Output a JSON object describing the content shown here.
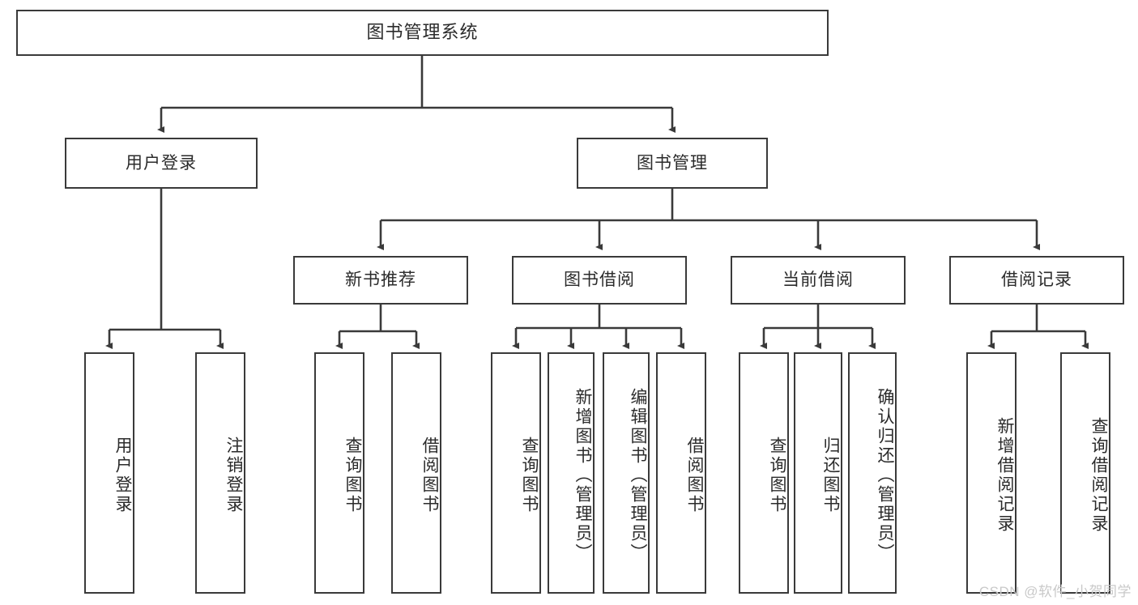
{
  "diagram": {
    "title": "图书管理系统",
    "watermark": "CSDN @软件_小贺同学",
    "nodes": {
      "root": {
        "label": "图书管理系统"
      },
      "level2": [
        {
          "label": "用户登录"
        },
        {
          "label": "图书管理"
        }
      ],
      "level3": [
        {
          "label": "新书推荐"
        },
        {
          "label": "图书借阅"
        },
        {
          "label": "当前借阅"
        },
        {
          "label": "借阅记录"
        }
      ],
      "leaves": {
        "user_login": [
          {
            "label": "用户登录"
          },
          {
            "label": "注销登录"
          }
        ],
        "new_book_recommend": [
          {
            "label": "查询图书"
          },
          {
            "label": "借阅图书"
          }
        ],
        "book_borrow": [
          {
            "label": "查询图书"
          },
          {
            "label": "新增图书（管理员）"
          },
          {
            "label": "编辑图书（管理员）"
          },
          {
            "label": "借阅图书"
          }
        ],
        "current_borrow": [
          {
            "label": "查询图书"
          },
          {
            "label": "归还图书"
          },
          {
            "label": "确认归还（管理员）"
          }
        ],
        "borrow_record": [
          {
            "label": "新增借阅记录"
          },
          {
            "label": "查询借阅记录"
          }
        ]
      }
    },
    "colors": {
      "border": "#3a3a3a",
      "text": "#2b2b2b",
      "background": "#ffffff",
      "watermark": "#c9c9c9"
    }
  }
}
